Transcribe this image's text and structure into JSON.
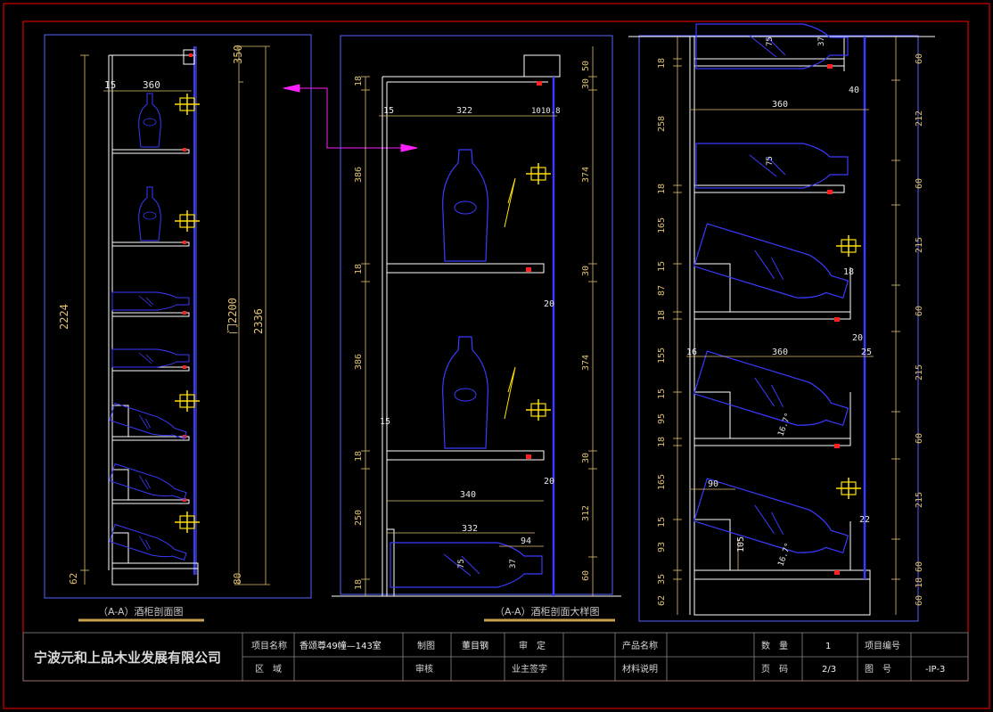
{
  "view_left": {
    "caption": "（A-A）酒柜剖面图",
    "dims": {
      "top_350": "350",
      "w15": "15",
      "w360": "360",
      "h2224": "2224",
      "h2200": "门2200",
      "h2336": "2336",
      "h62": "62",
      "h80": "80"
    }
  },
  "view_middle": {
    "caption": "（A-A）酒柜剖面大样图",
    "dims": {
      "r50a": "50",
      "r30a": "30",
      "r374a": "374",
      "r30b": "30",
      "r20a": "20",
      "r374b": "374",
      "r30c": "30",
      "r20b": "20",
      "r312": "312",
      "r60": "60",
      "l18a": "18",
      "l386a": "386",
      "l18b": "18",
      "l386b": "386",
      "l18c": "18",
      "l250": "250",
      "l18d": "18",
      "w15": "15",
      "w322": "322",
      "w10": "1010.8",
      "w15b": "15",
      "w340": "340",
      "w332": "332",
      "w94": "94",
      "w75": "75",
      "w37": "37"
    }
  },
  "view_right": {
    "dims": {
      "r60a": "60",
      "r212": "212",
      "r60b": "60",
      "r215a": "215",
      "r60c": "60",
      "r215b": "215",
      "r60d": "60",
      "r215c": "215",
      "r60e": "60",
      "r18": "18",
      "r60f": "60",
      "l18a": "18",
      "l258": "258",
      "l18b": "18",
      "l165a": "165",
      "l15a": "15",
      "l87": "87",
      "l18c": "18",
      "l155": "155",
      "l15b": "15",
      "l95": "95",
      "l18d": "18",
      "l165b": "165",
      "l15c": "15",
      "l93": "93",
      "l35": "35",
      "l62": "62",
      "w40": "40",
      "w360a": "360",
      "w16": "16",
      "w360b": "360",
      "w25": "25",
      "w20": "20",
      "w18": "18",
      "w90": "90",
      "w22": "22",
      "w105": "105",
      "w75a": "75",
      "w75b": "75",
      "w37": "37",
      "a1": "16.7°",
      "a2": "16.7°"
    }
  },
  "title_block": {
    "company": "宁波元和上品木业发展有限公司",
    "project_label": "项目名称",
    "project_value": "香颂尊49幢—143室",
    "draw_label": "制图",
    "draw_value": "董目钢",
    "review_label": "审　定",
    "product_label": "产品名称",
    "qty_label": "数　量",
    "qty_value": "1",
    "projno_label": "项目编号",
    "area_label": "区　域",
    "check_label": "审核",
    "owner_label": "业主签字",
    "material_label": "材料说明",
    "page_label": "页　码",
    "page_value": "2/3",
    "drawno_label": "图　号",
    "drawno_value": "-IP-3"
  },
  "colors": {
    "frame_blue": "#5a64ff",
    "line_white": "#ffffff",
    "bottle": "#3a3aff",
    "dim_yellow": "#e0c070",
    "accent_red": "#ff2020",
    "hinge_yellow": "#ffe000",
    "arrow_magenta": "#ff20ff",
    "border_red": "#ff0000"
  }
}
